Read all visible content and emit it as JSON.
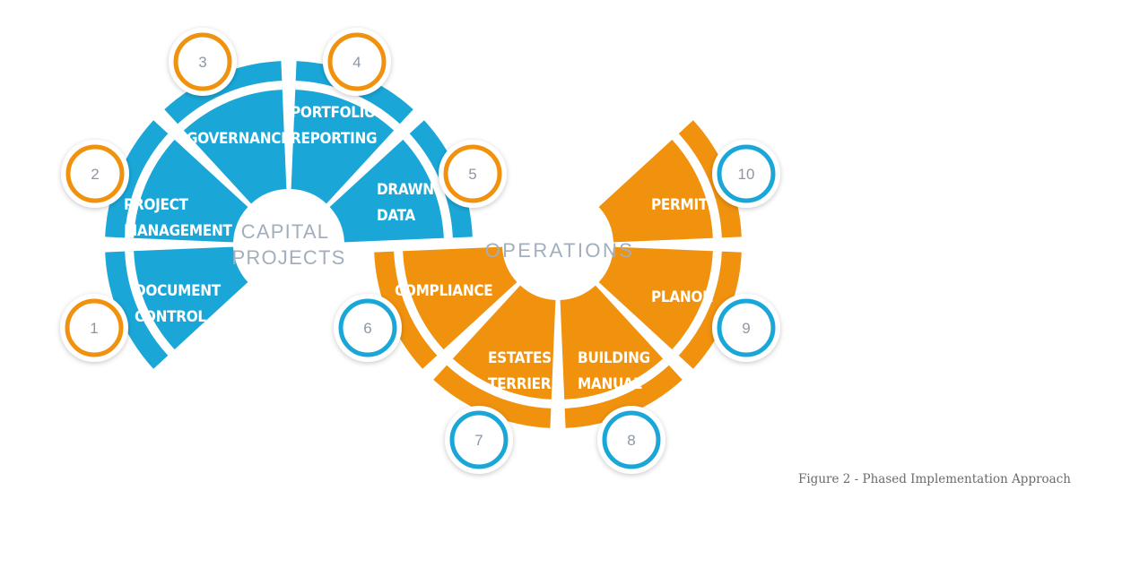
{
  "colors": {
    "capital": "#1aa7d8",
    "operations": "#f0920e",
    "hub_text": "#a3aebd",
    "badge_number": "#8b98a8"
  },
  "hubs": {
    "capital": [
      "CAPITAL",
      "PROJECTS"
    ],
    "operations": "OPERATIONS"
  },
  "segments": [
    {
      "number": "1",
      "lines": [
        "DOCUMENT",
        "CONTROL"
      ],
      "group": "capital"
    },
    {
      "number": "2",
      "lines": [
        "PROJECT",
        "MANAGEMENT"
      ],
      "group": "capital"
    },
    {
      "number": "3",
      "lines": [
        "GOVERNANCE"
      ],
      "group": "capital"
    },
    {
      "number": "4",
      "lines": [
        "PORTFOLIO",
        "REPORTING"
      ],
      "group": "capital"
    },
    {
      "number": "5",
      "lines": [
        "DRAWN",
        "DATA"
      ],
      "group": "capital"
    },
    {
      "number": "6",
      "lines": [
        "COMPLIANCE"
      ],
      "group": "operations"
    },
    {
      "number": "7",
      "lines": [
        "ESTATES",
        "TERRIER"
      ],
      "group": "operations"
    },
    {
      "number": "8",
      "lines": [
        "BUILDING",
        "MANUAL"
      ],
      "group": "operations"
    },
    {
      "number": "9",
      "lines": [
        "PLANON"
      ],
      "group": "operations"
    },
    {
      "number": "10",
      "lines": [
        "PERMITS"
      ],
      "group": "operations"
    }
  ],
  "caption": "Figure 2 - Phased Implementation Approach"
}
